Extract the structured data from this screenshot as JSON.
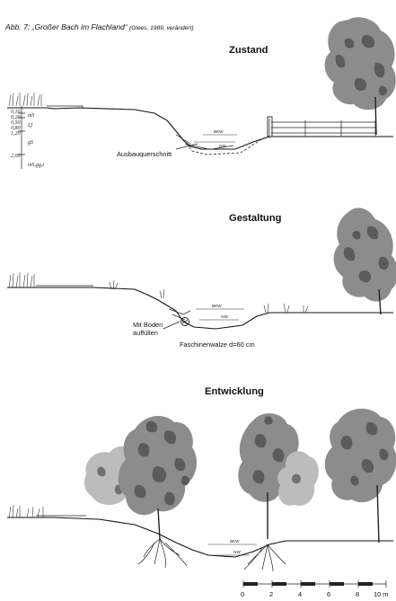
{
  "figure": {
    "caption_main": "Abb. 7: „Großer Bach im Flachland“",
    "caption_source": "(Glees, 1989, verändert)"
  },
  "panels": [
    {
      "title": "Zustand",
      "labels": {
        "section_label": "Ausbauquerschnitt",
        "water_upper": "BKW",
        "water_lower": "NW",
        "soil_codes": [
          "mS",
          "Lf",
          "gS",
          "mS,gg,t"
        ],
        "depth_marks": [
          "0,10",
          "0,20",
          "0,50",
          "0,80",
          "1,20",
          "2,00"
        ]
      }
    },
    {
      "title": "Gestaltung",
      "labels": {
        "fill_note_line1": "Mit Boden",
        "fill_note_line2": "auffüllen",
        "fascine_note": "Faschinenwalze d=60 cm",
        "water_upper": "BKW",
        "water_lower": "NW"
      }
    },
    {
      "title": "Entwicklung",
      "labels": {
        "water_upper": "BKW",
        "water_lower": "NW"
      }
    }
  ],
  "scale_bar": {
    "ticks": [
      "0",
      "2",
      "4",
      "6",
      "8",
      "10 m"
    ]
  }
}
